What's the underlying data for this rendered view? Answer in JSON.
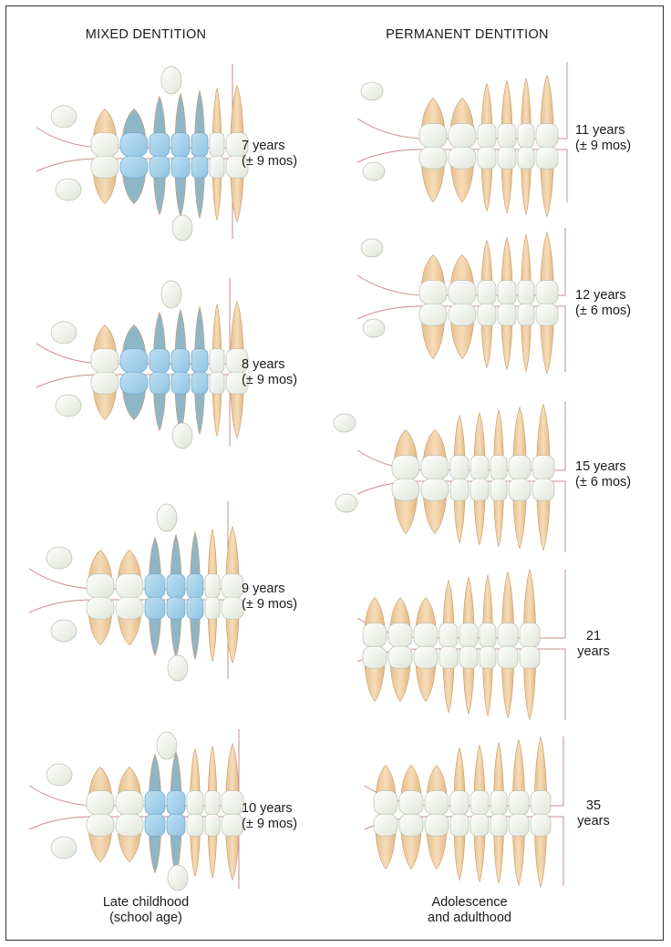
{
  "headings": {
    "mixed": "MIXED DENTITION",
    "permanent": "PERMANENT DENTITION"
  },
  "mixed_stages": [
    {
      "age": "7 years",
      "range": "(± 9 mos)"
    },
    {
      "age": "8 years",
      "range": "(± 9 mos)"
    },
    {
      "age": "9 years",
      "range": "(± 9 mos)"
    },
    {
      "age": "10 years",
      "range": "(± 9 mos)"
    }
  ],
  "permanent_stages": [
    {
      "age": "11 years",
      "range": "(± 9 mos)"
    },
    {
      "age": "12 years",
      "range": "(± 6 mos)"
    },
    {
      "age": "15 years",
      "range": "(± 6 mos)"
    },
    {
      "age": "21",
      "range": "years"
    },
    {
      "age": "35",
      "range": "years"
    }
  ],
  "footers": {
    "mixed_line1": "Late childhood",
    "mixed_line2": "(school age)",
    "permanent_line1": "Adolescence",
    "permanent_line2": "and adulthood"
  },
  "colors": {
    "primary_tooth": "#a9d3ec",
    "primary_tooth_dark": "#8fb6c6",
    "crown": "#eef2e8",
    "root": "#f0d2aa",
    "gum_line": "#c98c8c",
    "frame": "#333333"
  }
}
